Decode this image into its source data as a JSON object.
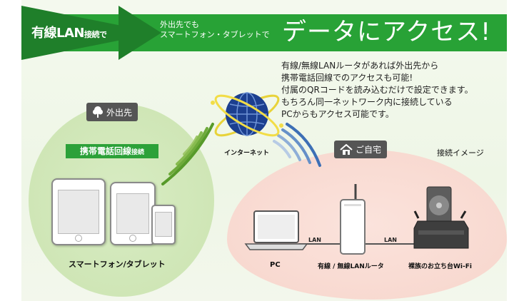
{
  "banner": {
    "wired_main": "有線LAN",
    "wired_suffix": "接続で",
    "sub_line1": "外出先でも",
    "sub_line2": "スマートフォン・タブレットで",
    "headline": "データにアクセス!"
  },
  "description": {
    "lines": "有線/無線LANルータがあれば外出先から\n携帯電話回線でのアクセスも可能!\n付属のQRコードを読み込むだけで設定できます。\nもちろん同一ネットワーク内に接続している\nPCからもアクセス可能です。"
  },
  "outside": {
    "tag": "外出先",
    "tag_icon": "tree-icon",
    "carrier_main": "携帯電話回線",
    "carrier_suffix": "接続",
    "devices_label": "スマートフォン/タブレット"
  },
  "internet": {
    "label": "インターネット",
    "icon": "globe-icon"
  },
  "home": {
    "tag": "ご自宅",
    "tag_icon": "house-icon",
    "image_note": "接続イメージ",
    "pc_label": "PC",
    "router_label": "有線 / 無線LANルータ",
    "dock_label": "裸族のお立ち台Wi-Fi",
    "lan_label": "LAN"
  },
  "colors": {
    "banner_green": "#28a236",
    "arrow_green": "#1f7f2a",
    "globe_blue": "#1c3f8f",
    "orbit_yellow": "#e8d33a"
  }
}
